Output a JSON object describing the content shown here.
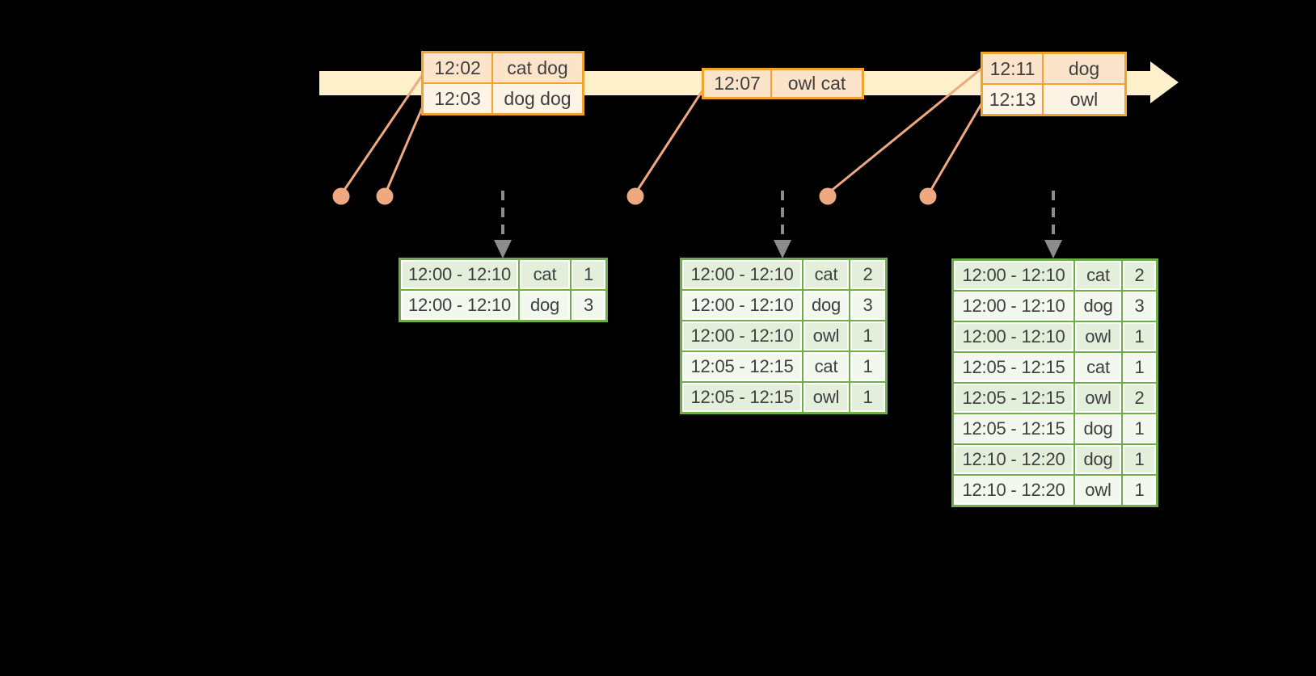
{
  "colors": {
    "background": "#000000",
    "timeline_band": "#FDF0CB",
    "event_border": "#F0A42E",
    "event_row_dark": "#FBE4C9",
    "event_row_light": "#FDF4E6",
    "connector": "#EFA980",
    "trigger_arrow": "#8C8C8C",
    "result_border": "#6FAE46",
    "result_row_dark": "#E3EFDA",
    "result_row_light": "#F3F8EF",
    "text": "#3F3F3F"
  },
  "timeline": {
    "event_tables": [
      {
        "rows": [
          [
            "12:02",
            "cat dog"
          ],
          [
            "12:03",
            "dog dog"
          ]
        ]
      },
      {
        "rows": [
          [
            "12:07",
            "owl cat"
          ]
        ]
      },
      {
        "rows": [
          [
            "12:11",
            "dog"
          ],
          [
            "12:13",
            "owl"
          ]
        ]
      }
    ]
  },
  "result_tables": [
    {
      "rows": [
        [
          "12:00 - 12:10",
          "cat",
          "1"
        ],
        [
          "12:00 - 12:10",
          "dog",
          "3"
        ]
      ]
    },
    {
      "rows": [
        [
          "12:00 - 12:10",
          "cat",
          "2"
        ],
        [
          "12:00 - 12:10",
          "dog",
          "3"
        ],
        [
          "12:00 - 12:10",
          "owl",
          "1"
        ],
        [
          "12:05 - 12:15",
          "cat",
          "1"
        ],
        [
          "12:05 - 12:15",
          "owl",
          "1"
        ]
      ]
    },
    {
      "rows": [
        [
          "12:00 - 12:10",
          "cat",
          "2"
        ],
        [
          "12:00 - 12:10",
          "dog",
          "3"
        ],
        [
          "12:00 - 12:10",
          "owl",
          "1"
        ],
        [
          "12:05 - 12:15",
          "cat",
          "1"
        ],
        [
          "12:05 - 12:15",
          "owl",
          "2"
        ],
        [
          "12:05 - 12:15",
          "dog",
          "1"
        ],
        [
          "12:10 - 12:20",
          "dog",
          "1"
        ],
        [
          "12:10 - 12:20",
          "owl",
          "1"
        ]
      ]
    }
  ]
}
